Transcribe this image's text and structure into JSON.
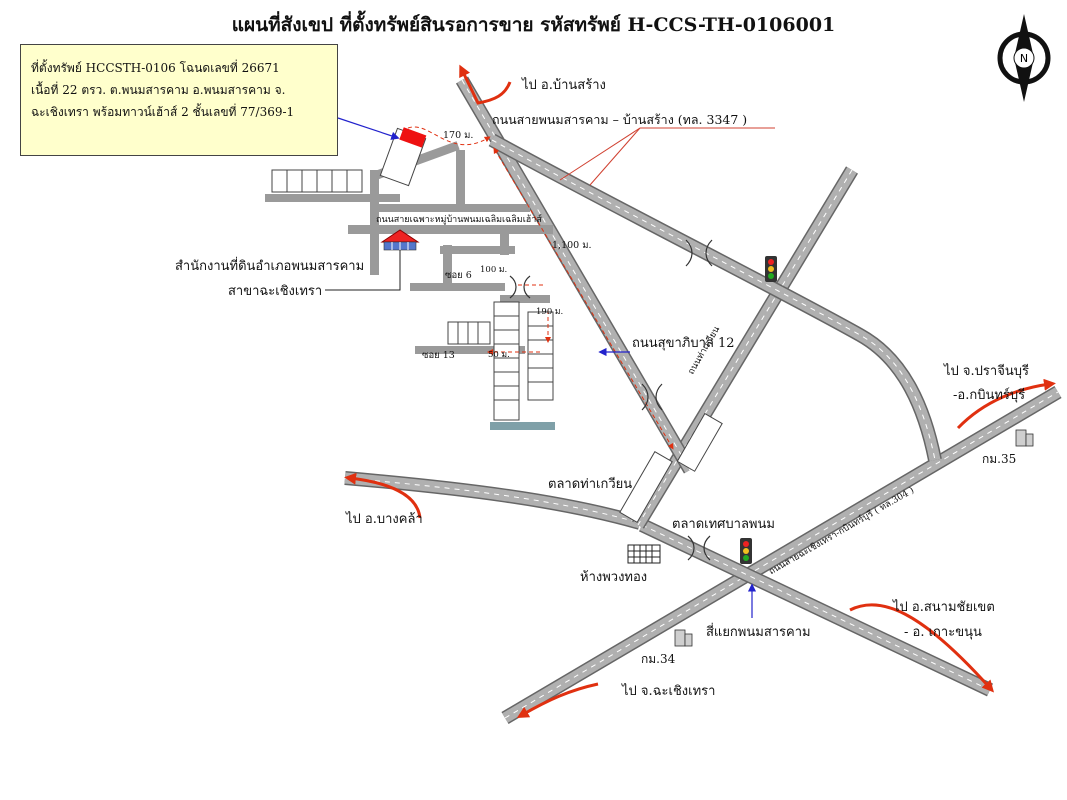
{
  "map": {
    "title": "แผนที่สังเขป ที่ตั้งทรัพย์สินรอการขาย รหัสทรัพย์  H-CCS-TH-0106001",
    "north_label": "N",
    "info_lines": [
      "ที่ตั้งทรัพย์ HCCSTH-0106 โฉนดเลขที่ 26671",
      "เนื้อที่ 22 ตรว. ต.พนมสารคาม อ.พนมสารคาม จ.",
      "ฉะเชิงเทรา พร้อมทาวน์เฮ้าส์ 2 ชั้นเลขที่ 77/369-1"
    ],
    "labels": {
      "to_ban_sang": "ไป อ.บ้านสร้าง",
      "road_3347": "ถนนสายพนมสารคาม – บ้านสร้าง (ทล. 3347 )",
      "dist_170": "170 ม.",
      "village_road": "ถนนสายเฉพาะหมู่บ้านพนมเฉลิมเฉลิมเฮ้าส์",
      "dist_1100": "1,100 ม.",
      "land_office_1": "สำนักงานที่ดินอำเภอพนมสารคาม",
      "land_office_2": "สาขาฉะเชิงเทรา",
      "soi_6": "ซอย 6",
      "dist_100": "100 ม.",
      "dist_190": "190 ม.",
      "sukhaphiban": "ถนนสุขาภิบาล 12",
      "soi_13": "ซอย 13",
      "dist_50": "50 ม.",
      "tha_kwian_road": "ถนนท่าเกวียน",
      "to_prachinburi_1": "ไป จ.ปราจีนบุรี",
      "to_prachinburi_2": "-อ.กบินทร์บุรี",
      "km35": "กม.35",
      "market_tha_kwian": "ตลาดท่าเกวียน",
      "to_bang_khla": "ไป อ.บางคล้า",
      "market_municipal": "ตลาดเทศบาลพนม",
      "chachoengsao_road": "ถนนสายฉะเชิงเทรา-กบินทร์บุรี ( ทล.304 )",
      "phuang_thong": "ห้างพวงทอง",
      "to_sanam_chai_1": "ไป อ.สนามชัยเขต",
      "to_sanam_chai_2": "- อ. เกาะขนุน",
      "junction": "สี่แยกพนมสารคาม",
      "km34": "กม.34",
      "to_chachoengsao": "ไป จ.ฉะเชิงเทรา"
    },
    "colors": {
      "road": "#aaaaaa",
      "road_edge": "#666666",
      "arrow": "#e03010",
      "pointer": "#2222cc",
      "box_bg": "#ffffcc"
    }
  }
}
